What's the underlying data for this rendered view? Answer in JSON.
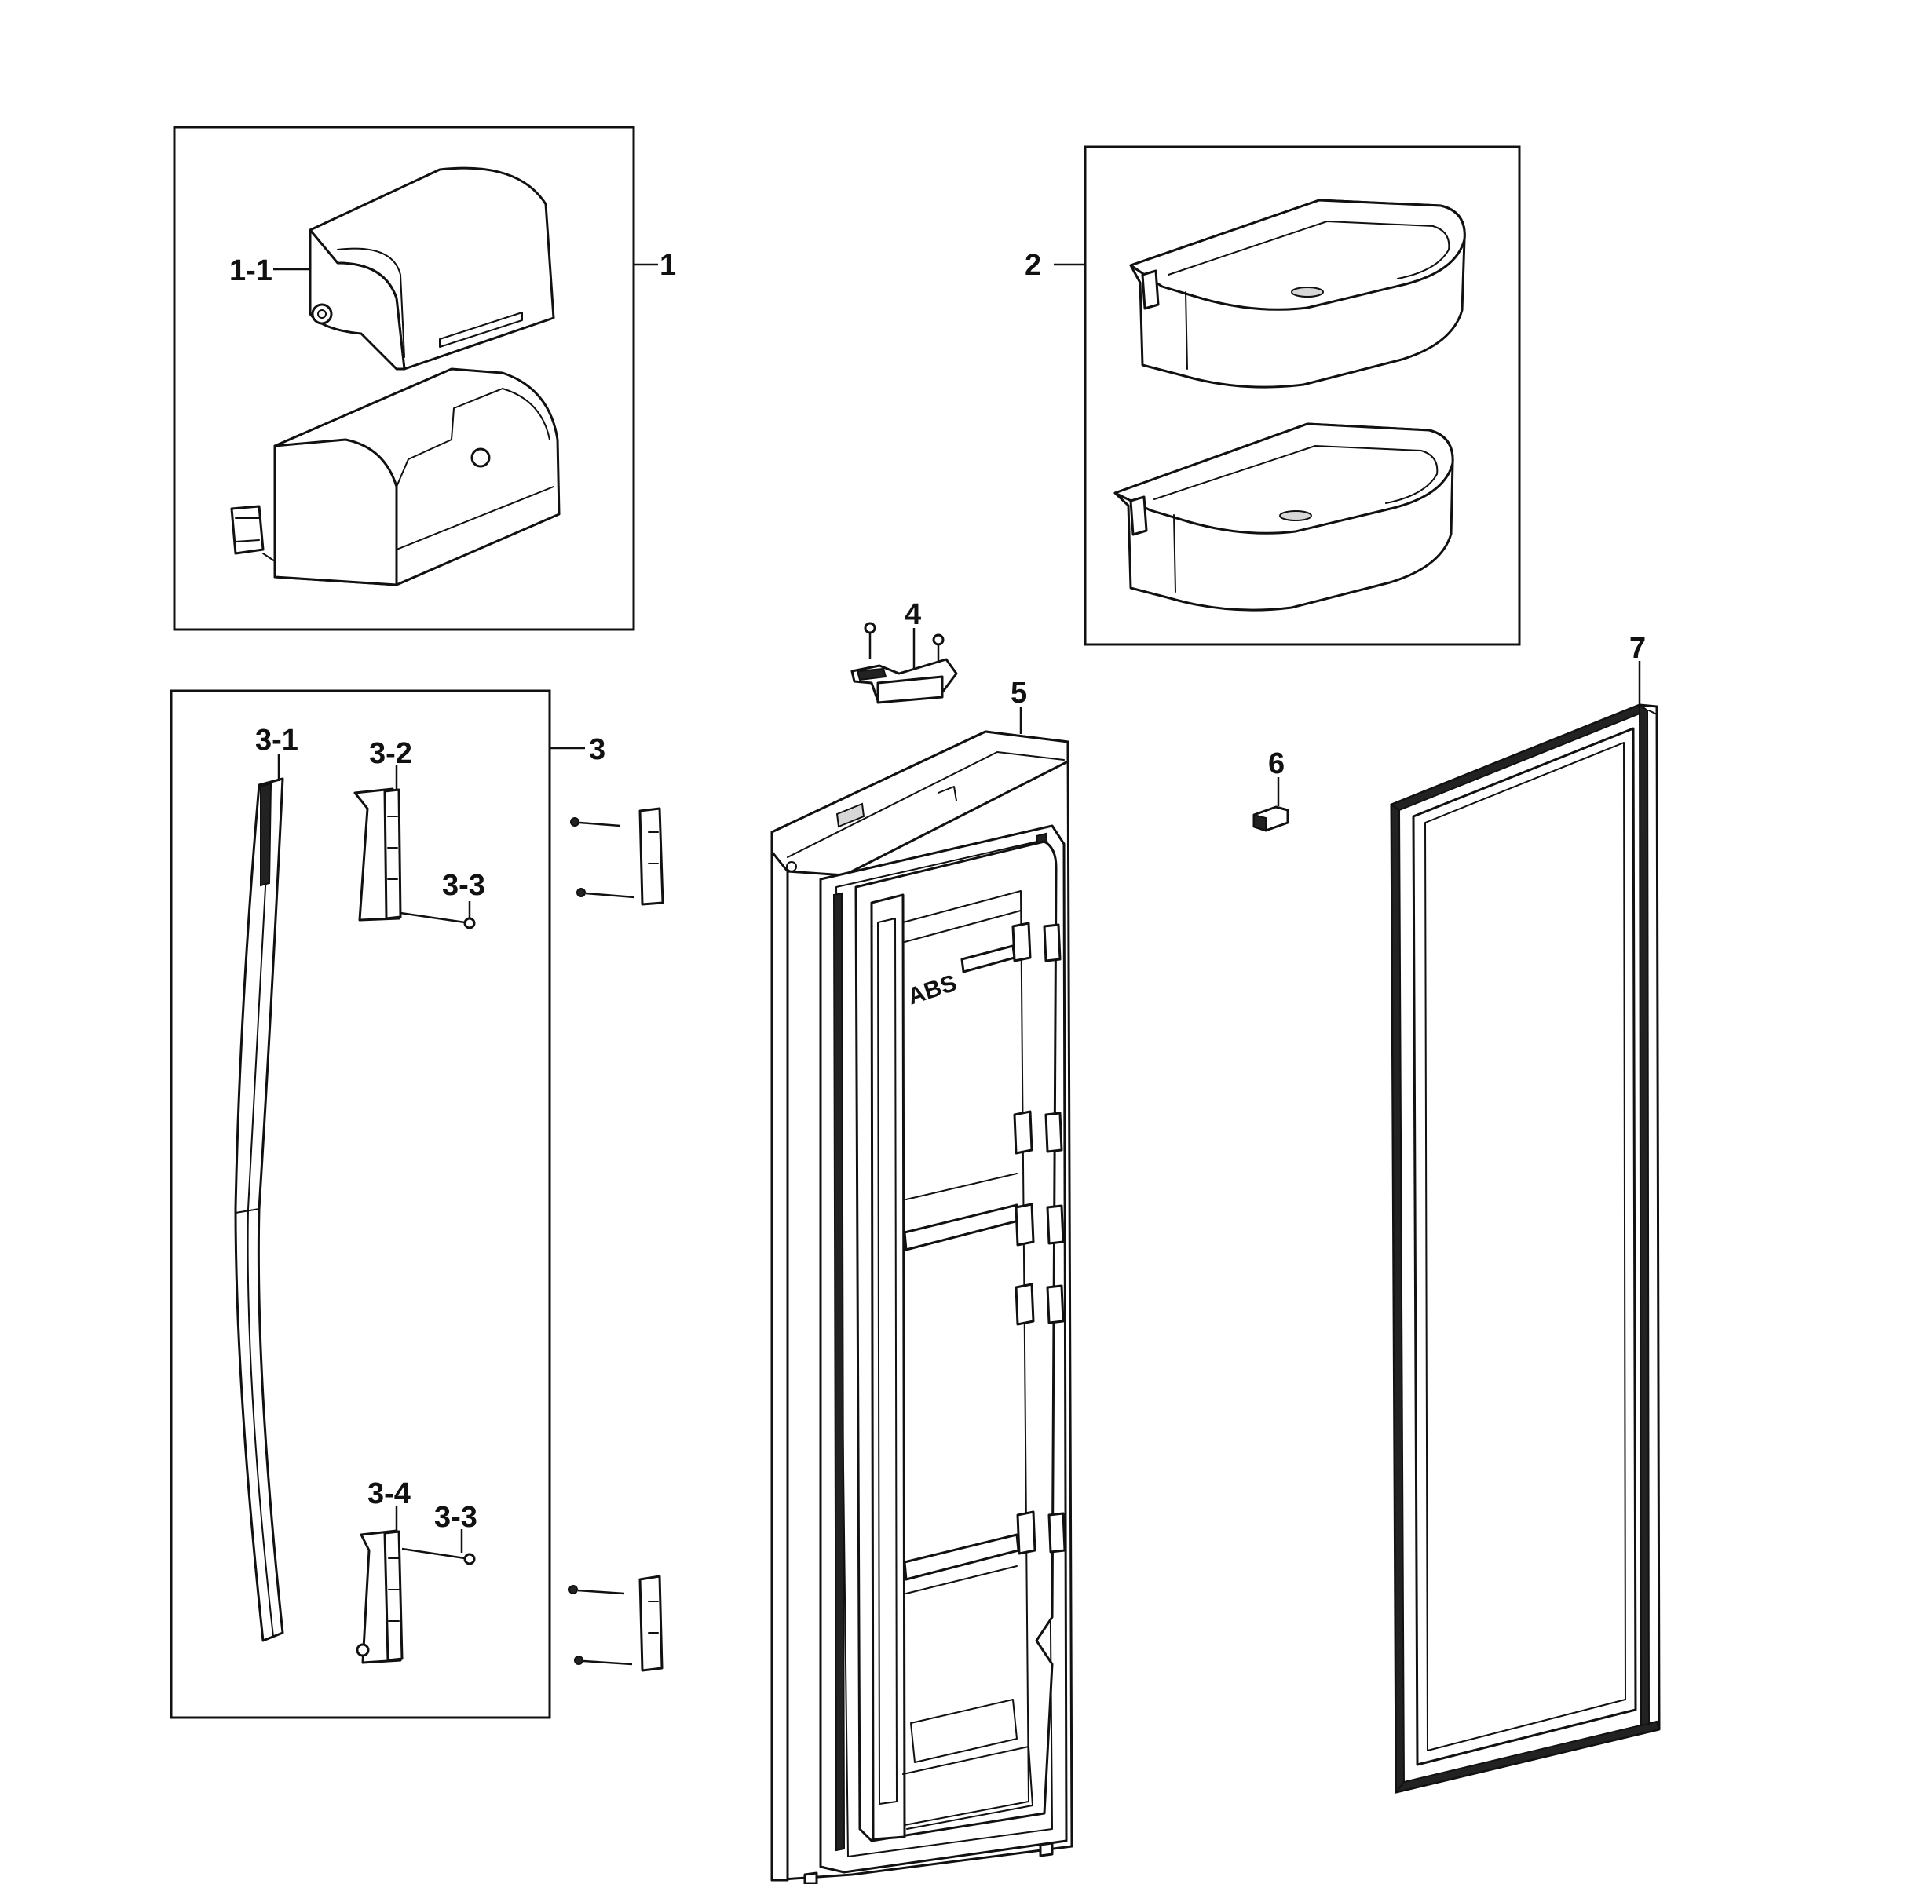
{
  "diagram": {
    "callouts": {
      "c1": "1",
      "c1_1": "1-1",
      "c2": "2",
      "c3": "3",
      "c3_1": "3-1",
      "c3_2": "3-2",
      "c3_3a": "3-3",
      "c3_3b": "3-3",
      "c3_4": "3-4",
      "c4": "4",
      "c5": "5",
      "c6": "6",
      "c7": "7"
    },
    "door_marking": "ABS"
  }
}
